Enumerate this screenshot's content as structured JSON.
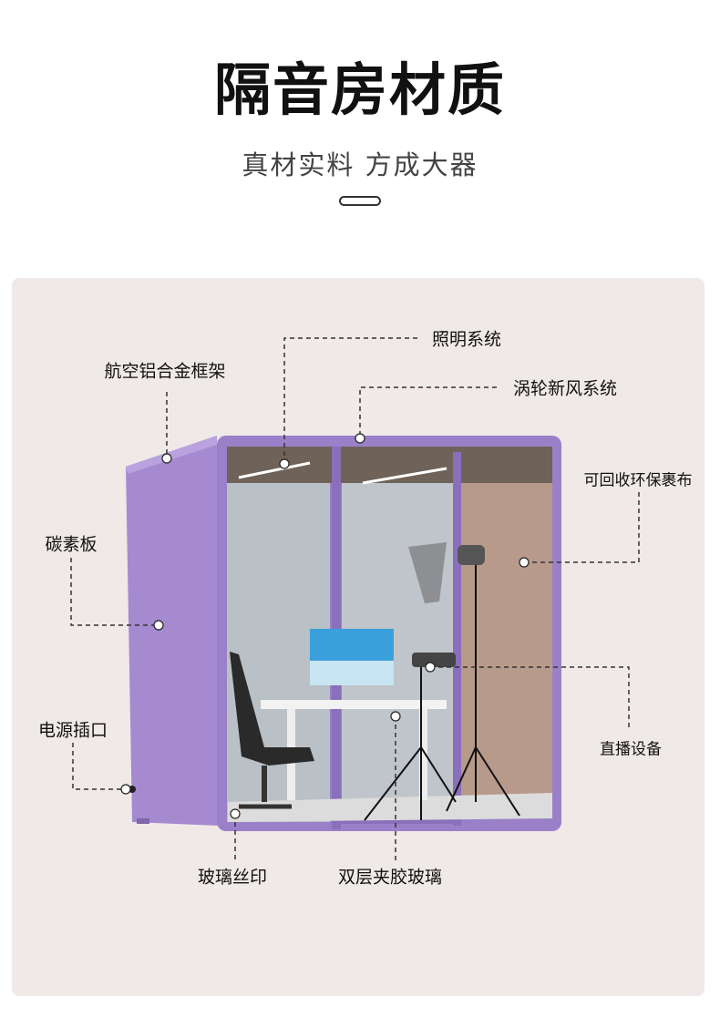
{
  "header": {
    "title": "隔音房材质",
    "subtitle": "真材实料 方成大器"
  },
  "colors": {
    "frame": "#9a80c8",
    "card_bg": "#efe9e8",
    "glass": "#b9c0c6",
    "fabric": "#b89a8b"
  },
  "callouts": {
    "lighting": "照明系统",
    "frame": "航空铝合金框架",
    "ventilation": "涡轮新风系统",
    "fabric": "可回收环保裹布",
    "carbon_panel": "碳素板",
    "live_equipment": "直播设备",
    "power_socket": "电源插口",
    "glass_print": "玻璃丝印",
    "laminated_glass": "双层夹胶玻璃"
  }
}
